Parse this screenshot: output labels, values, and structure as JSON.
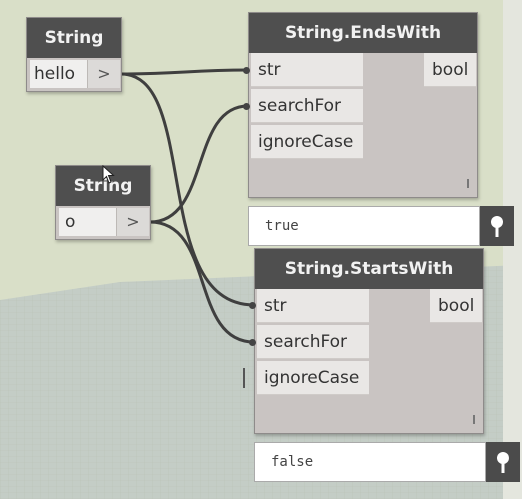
{
  "nodes": {
    "string_hello": {
      "title": "String",
      "value": "hello",
      "output_arrow": ">"
    },
    "string_o": {
      "title": "String",
      "value": "o",
      "output_arrow": ">"
    },
    "ends_with": {
      "title": "String.EndsWith",
      "inputs": [
        "str",
        "searchFor",
        "ignoreCase"
      ],
      "output": "bool",
      "watch_value": "true"
    },
    "starts_with": {
      "title": "String.StartsWith",
      "inputs": [
        "str",
        "searchFor",
        "ignoreCase"
      ],
      "output": "bool",
      "watch_value": "false"
    }
  },
  "colors": {
    "canvas": "#d9dfc8",
    "node_header": "#4f4f4f",
    "node_body": "#c9c4c2",
    "wire": "#3f3f3f"
  }
}
